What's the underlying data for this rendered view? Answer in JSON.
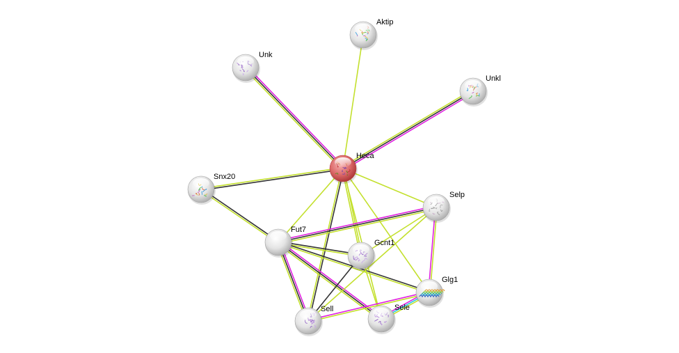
{
  "diagram": {
    "type": "protein-interaction-network",
    "colors": {
      "query_node": "#d84c4c",
      "node": "#d8d8d8",
      "edge_textmining": "#c3e02d",
      "edge_coexpression": "#333333",
      "edge_experiments": "#e020e0",
      "edge_database": "#30c8e0"
    },
    "nodes": [
      {
        "id": "Heca",
        "label": "Heca",
        "query": true,
        "structure": "red"
      },
      {
        "id": "Aktip",
        "label": "Aktip",
        "query": false,
        "structure": "rainbow"
      },
      {
        "id": "Unk",
        "label": "Unk",
        "query": false,
        "structure": "purple"
      },
      {
        "id": "Unkl",
        "label": "Unkl",
        "query": false,
        "structure": "rainbow"
      },
      {
        "id": "Snx20",
        "label": "Snx20",
        "query": false,
        "structure": "rainbow"
      },
      {
        "id": "Selp",
        "label": "Selp",
        "query": false,
        "structure": "gray"
      },
      {
        "id": "Fut7",
        "label": "Fut7",
        "query": false,
        "structure": "none"
      },
      {
        "id": "Gcnt1",
        "label": "Gcnt1",
        "query": false,
        "structure": "purple"
      },
      {
        "id": "Glg1",
        "label": "Glg1",
        "query": false,
        "structure": "helix"
      },
      {
        "id": "Sell",
        "label": "Sell",
        "query": false,
        "structure": "purple"
      },
      {
        "id": "Sele",
        "label": "Sele",
        "query": false,
        "structure": "purple"
      }
    ],
    "edges": [
      {
        "source": "Heca",
        "target": "Aktip",
        "types": [
          "textmining"
        ]
      },
      {
        "source": "Heca",
        "target": "Unk",
        "types": [
          "textmining",
          "coexpression",
          "experiments"
        ]
      },
      {
        "source": "Heca",
        "target": "Unkl",
        "types": [
          "textmining",
          "coexpression",
          "experiments"
        ]
      },
      {
        "source": "Heca",
        "target": "Snx20",
        "types": [
          "coexpression",
          "textmining"
        ]
      },
      {
        "source": "Heca",
        "target": "Fut7",
        "types": [
          "textmining"
        ]
      },
      {
        "source": "Heca",
        "target": "Sell",
        "types": [
          "coexpression",
          "textmining"
        ]
      },
      {
        "source": "Heca",
        "target": "Gcnt1",
        "types": [
          "textmining",
          "textmining"
        ]
      },
      {
        "source": "Heca",
        "target": "Sele",
        "types": [
          "textmining"
        ]
      },
      {
        "source": "Heca",
        "target": "Selp",
        "types": [
          "textmining"
        ]
      },
      {
        "source": "Heca",
        "target": "Glg1",
        "types": [
          "textmining"
        ]
      },
      {
        "source": "Snx20",
        "target": "Fut7",
        "types": [
          "coexpression",
          "textmining"
        ]
      },
      {
        "source": "Fut7",
        "target": "Selp",
        "types": [
          "experiments",
          "coexpression",
          "textmining"
        ]
      },
      {
        "source": "Fut7",
        "target": "Gcnt1",
        "types": [
          "coexpression",
          "textmining"
        ]
      },
      {
        "source": "Fut7",
        "target": "Glg1",
        "types": [
          "coexpression",
          "textmining"
        ]
      },
      {
        "source": "Fut7",
        "target": "Sell",
        "types": [
          "experiments",
          "coexpression",
          "textmining"
        ]
      },
      {
        "source": "Fut7",
        "target": "Sele",
        "types": [
          "experiments",
          "coexpression",
          "textmining"
        ]
      },
      {
        "source": "Gcnt1",
        "target": "Selp",
        "types": [
          "textmining"
        ]
      },
      {
        "source": "Gcnt1",
        "target": "Sell",
        "types": [
          "coexpression"
        ]
      },
      {
        "source": "Gcnt1",
        "target": "Sele",
        "types": [
          "textmining"
        ]
      },
      {
        "source": "Selp",
        "target": "Glg1",
        "types": [
          "textmining",
          "experiments"
        ]
      },
      {
        "source": "Sell",
        "target": "Glg1",
        "types": [
          "experiments",
          "textmining"
        ]
      },
      {
        "source": "Sele",
        "target": "Glg1",
        "types": [
          "experiments",
          "database",
          "textmining"
        ]
      },
      {
        "source": "Sell",
        "target": "Selp",
        "types": [
          "textmining"
        ]
      }
    ]
  }
}
